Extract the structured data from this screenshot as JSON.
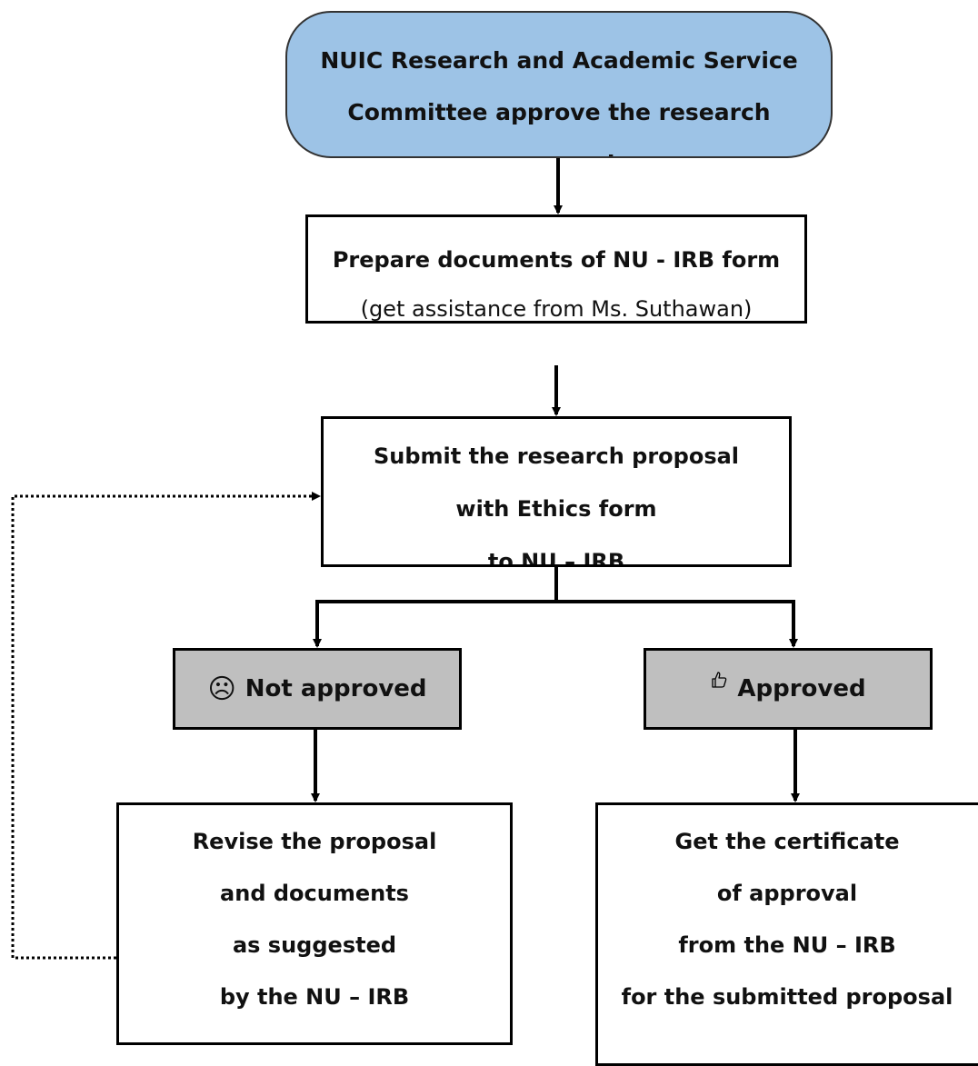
{
  "start": {
    "lines": [
      "NUIC Research and Academic Service",
      "Committee approve the research",
      "proposal"
    ]
  },
  "prepare": {
    "title": "Prepare documents of NU - IRB form",
    "note": "(get assistance from Ms. Suthawan)"
  },
  "submit": {
    "lines": [
      "Submit the research proposal",
      "with Ethics form",
      "to NU – IRB"
    ]
  },
  "not_approved": {
    "icon": "sad-face-icon",
    "glyph": "☹",
    "label": "Not approved"
  },
  "approved": {
    "icon": "thumbs-up-icon",
    "glyph": "👍",
    "label": "Approved"
  },
  "revise": {
    "lines": [
      "Revise the proposal",
      "and documents",
      "as suggested",
      "by the NU – IRB"
    ]
  },
  "certificate": {
    "lines": [
      "Get the certificate",
      "of approval",
      "from the NU – IRB",
      "for the submitted proposal"
    ]
  },
  "colors": {
    "start_fill": "#9dc3e6",
    "status_fill": "#bfbfbf",
    "line": "#000000"
  }
}
